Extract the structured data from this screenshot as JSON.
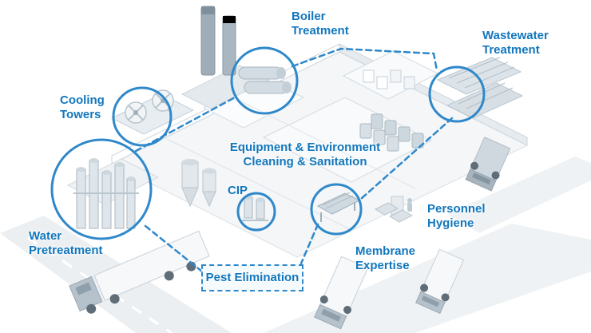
{
  "colors": {
    "accent": "#1277bd",
    "annotation_line": "#2f88ca",
    "illustration_light": "#f4f6f8",
    "illustration_mid": "#d9e0e6",
    "illustration_dark": "#aab7c0"
  },
  "labels": {
    "boiler": "Boiler\nTreatment",
    "wastewater": "Wastewater\nTreatment",
    "cooling": "Cooling\nTowers",
    "equipment": "Equipment & Environment\nCleaning & Sanitation",
    "cip": "CIP",
    "personnel": "Personnel\nHygiene",
    "water": "Water\nPretreatment",
    "membrane": "Membrane\nExpertise",
    "pest": "Pest Elimination"
  }
}
